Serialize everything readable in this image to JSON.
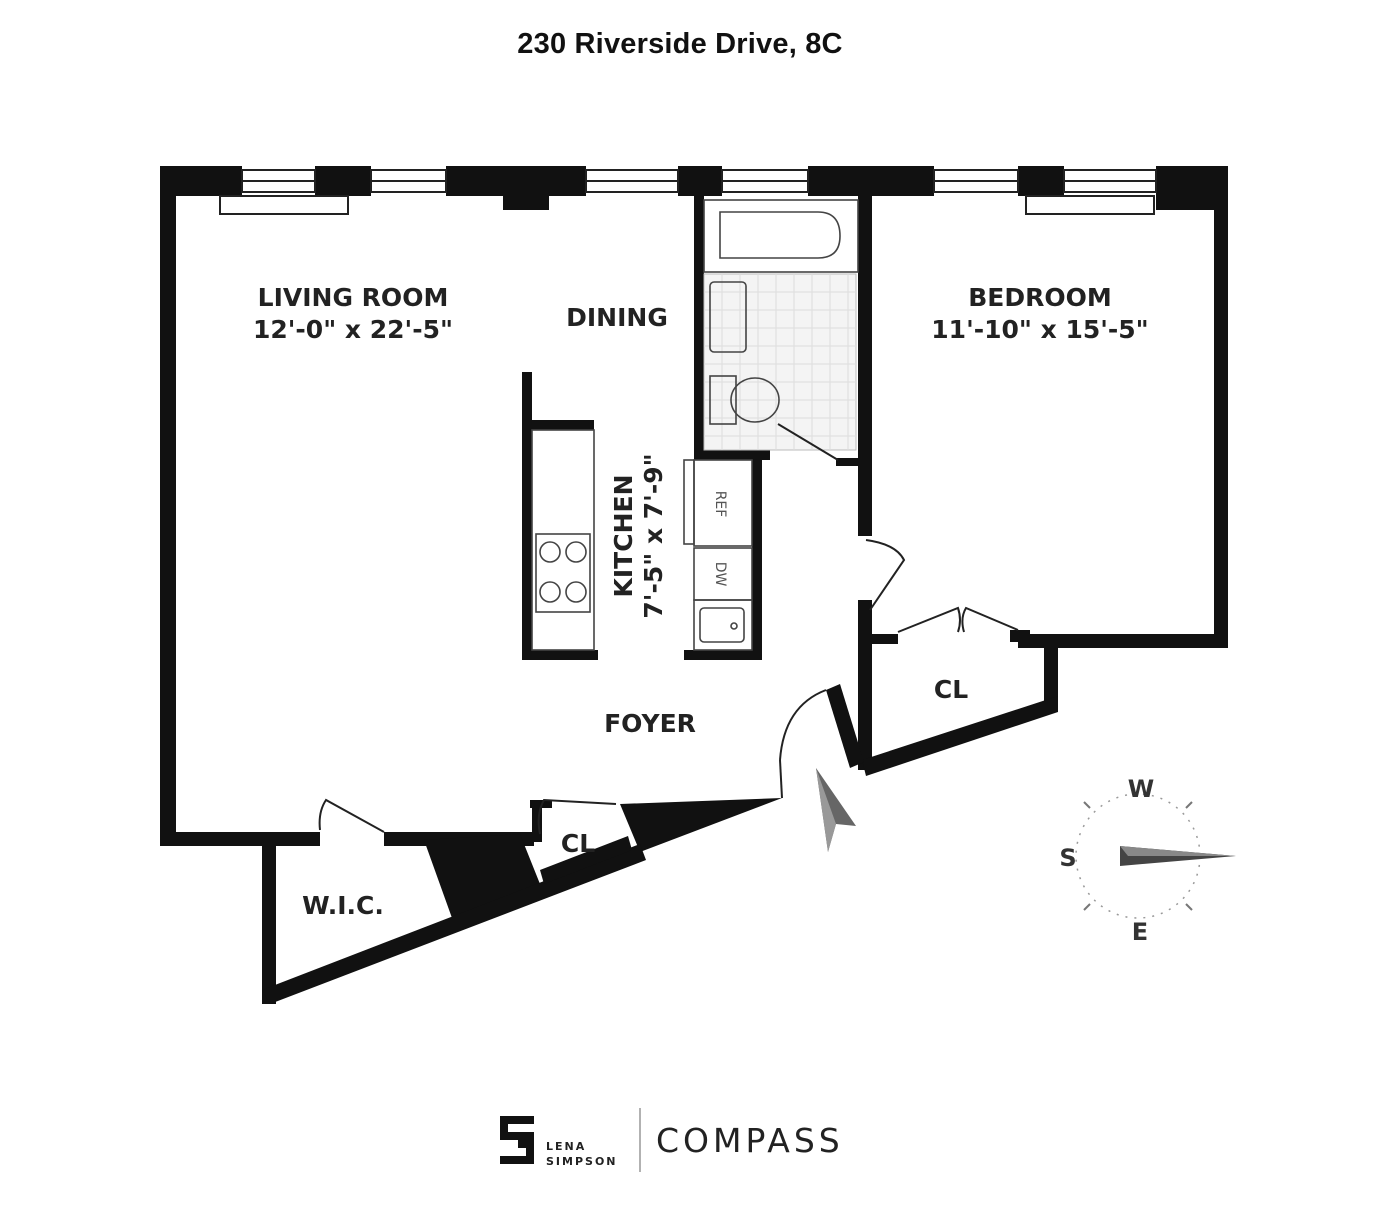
{
  "title": "230 Riverside Drive, 8C",
  "rooms": {
    "living_room": {
      "name": "LIVING ROOM",
      "size": "12'-0\" x 22'-5\""
    },
    "dining": {
      "name": "DINING"
    },
    "bedroom": {
      "name": "BEDROOM",
      "size": "11'-10\" x 15'-5\""
    },
    "kitchen": {
      "name": "KITCHEN",
      "size": "7'-5\" x 7'-9\""
    },
    "foyer": {
      "name": "FOYER"
    },
    "closet_bedroom": {
      "name": "CL"
    },
    "closet_entry": {
      "name": "CL"
    },
    "wic": {
      "name": "W.I.C."
    }
  },
  "appliances": {
    "ref": "REF",
    "dw": "DW"
  },
  "compass": {
    "w": "W",
    "s": "S",
    "e": "E"
  },
  "branding": {
    "agent_line1": "LENA",
    "agent_line2": "SIMPSON",
    "brokerage": "COMPASS"
  }
}
